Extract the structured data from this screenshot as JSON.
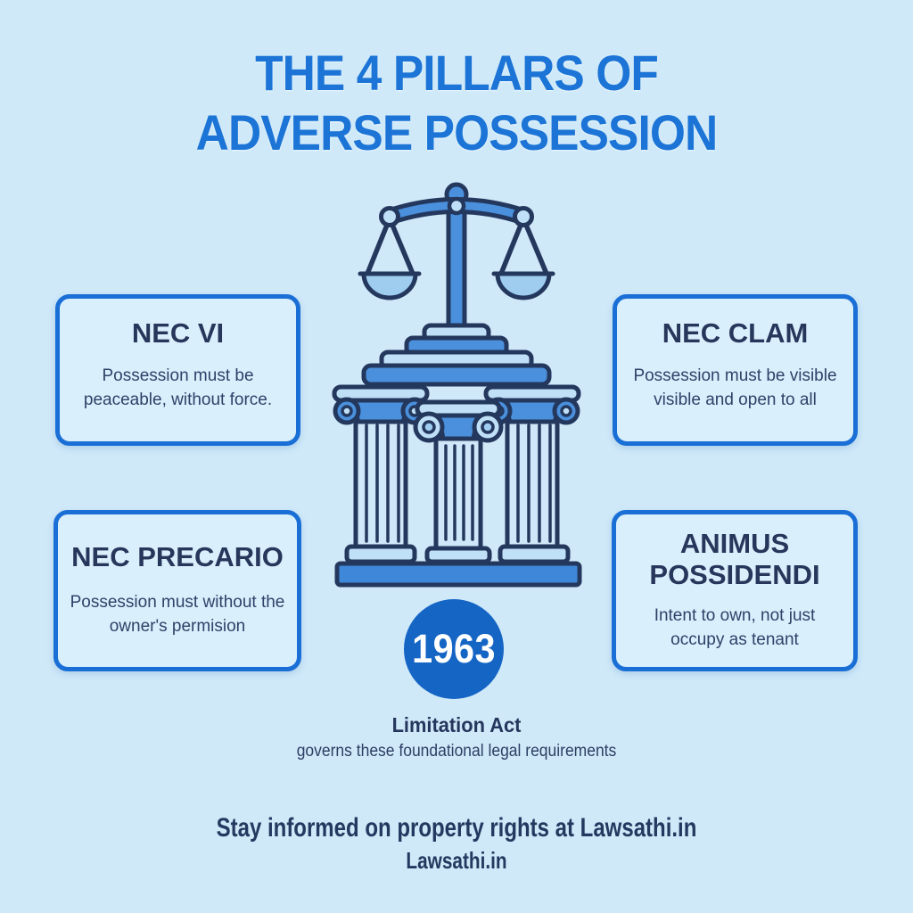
{
  "title": {
    "line1": "THE 4 PILLARS OF",
    "line2": "ADVERSE POSSESSION"
  },
  "cards": [
    {
      "heading": "NEC VI",
      "body": "Possession must be peaceable, without force."
    },
    {
      "heading": "NEC CLAM",
      "body": "Possession must be visible visible and open to all"
    },
    {
      "heading": "NEC PRECARIO",
      "body": "Possession must without the owner's permision"
    },
    {
      "heading": "ANIMUS POSSIDENDI",
      "body": "Intent to own, not just occupy as tenant"
    }
  ],
  "badge": {
    "year": "1963"
  },
  "act": {
    "title": "Limitation Act",
    "subtitle": "governs these foundational legal requirements"
  },
  "footer": {
    "line1": "Stay informed on property rights at Lawsathi.in",
    "line2": "Lawsathi.in"
  },
  "illustration": {
    "name": "scales-of-justice-on-three-pillars"
  },
  "colors": {
    "background": "#cfe9f9",
    "card_background": "#daeffc",
    "card_border": "#1a6fd6",
    "title_blue": "#1b74d6",
    "navy_text": "#25365c",
    "badge_blue": "#1565c5",
    "illustration_outline": "#24385e",
    "illustration_mid_blue": "#4a90dc",
    "illustration_light_blue": "#bfe0f6"
  }
}
